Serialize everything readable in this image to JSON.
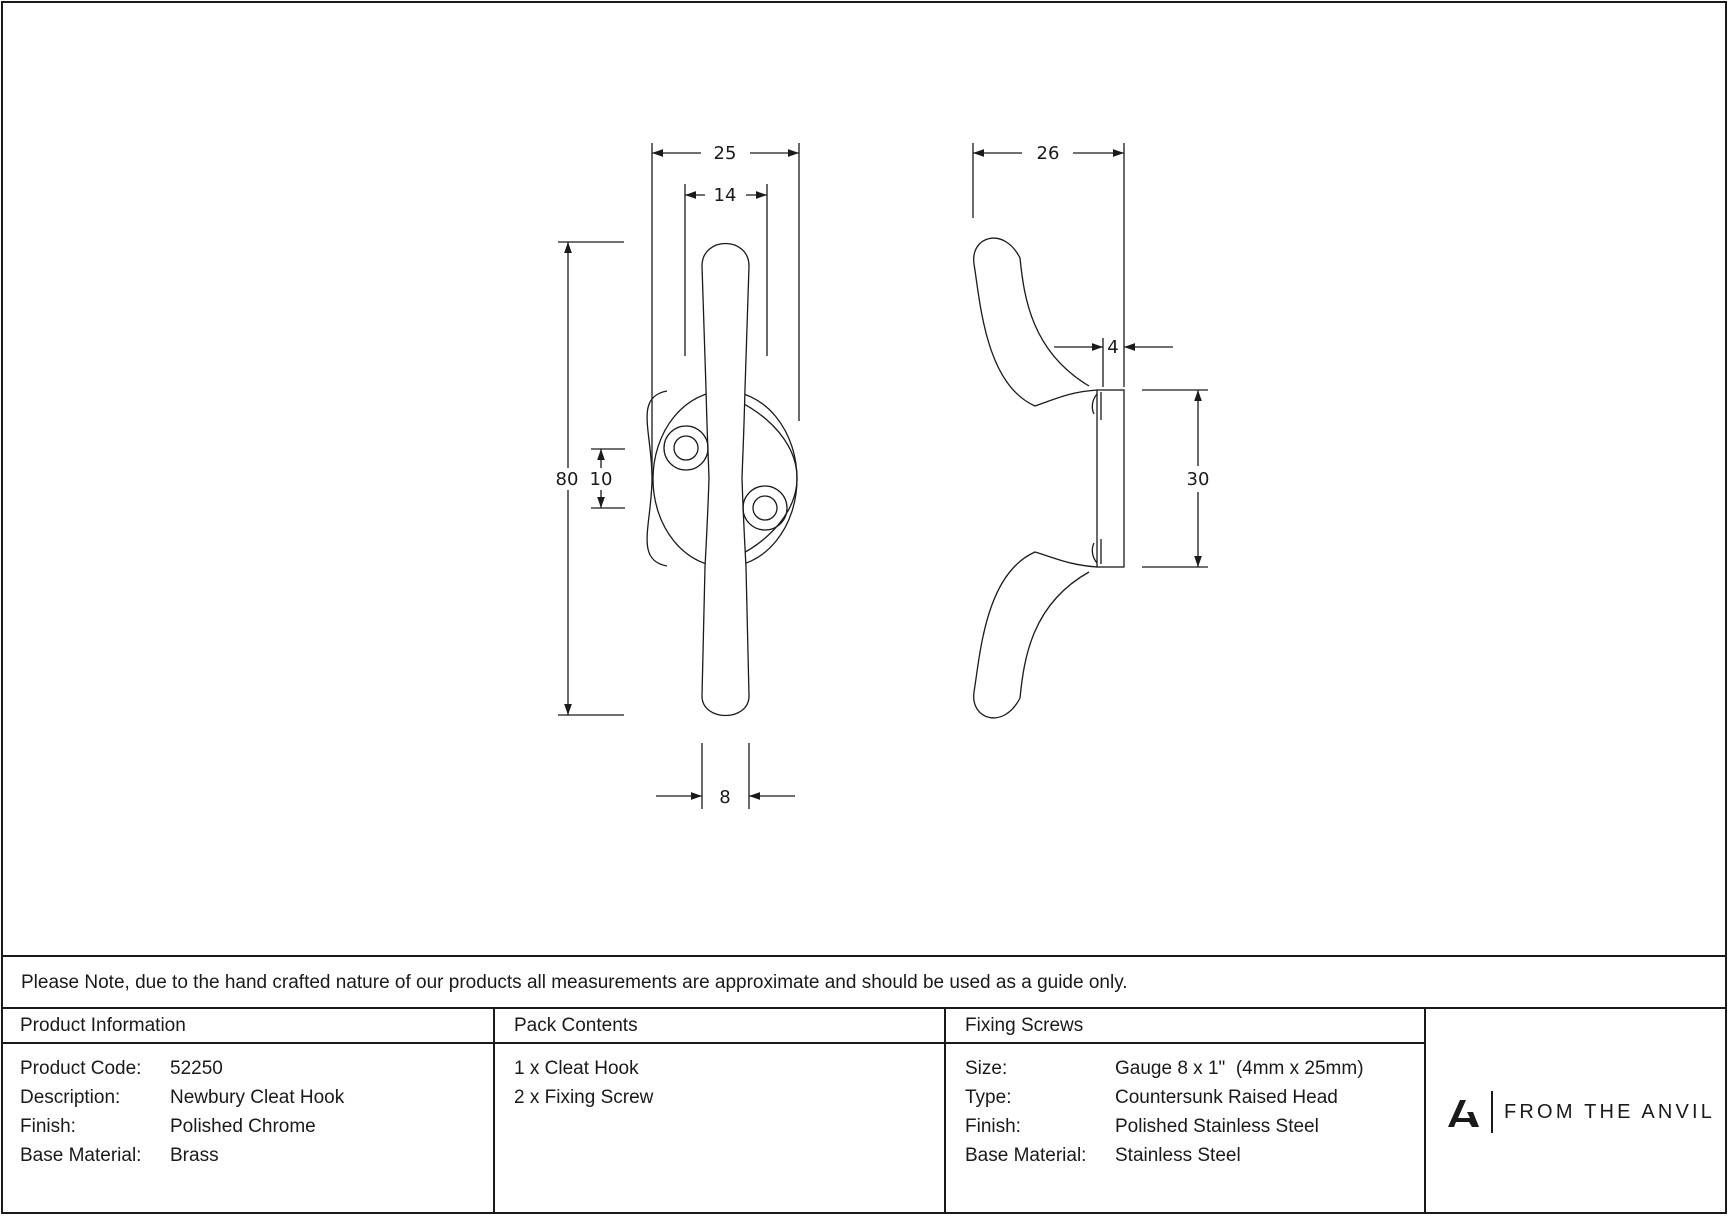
{
  "drawing": {
    "front_view": {
      "overall_width": "25",
      "body_width": "14",
      "height": "80",
      "hole_offset": "10",
      "stem_width": "8"
    },
    "side_view": {
      "projection": "26",
      "plate_thickness": "4",
      "plate_height": "30"
    }
  },
  "note": "Please Note, due to the hand crafted nature of our products all measurements are approximate and should be used as a guide only.",
  "product_information": {
    "heading": "Product Information",
    "rows": [
      {
        "label": "Product Code:",
        "value": "52250"
      },
      {
        "label": "Description:",
        "value": "Newbury Cleat Hook"
      },
      {
        "label": "Finish:",
        "value": "Polished Chrome"
      },
      {
        "label": "Base Material:",
        "value": "Brass"
      }
    ]
  },
  "pack_contents": {
    "heading": "Pack Contents",
    "items": [
      "1 x Cleat Hook",
      "2 x Fixing Screw"
    ]
  },
  "fixing_screws": {
    "heading": "Fixing Screws",
    "rows": [
      {
        "label": "Size:",
        "value": "Gauge 8 x 1\"  (4mm x 25mm)"
      },
      {
        "label": "Type:",
        "value": "Countersunk Raised Head"
      },
      {
        "label": "Finish:",
        "value": "Polished Stainless Steel"
      },
      {
        "label": "Base Material:",
        "value": "Stainless Steel"
      }
    ]
  },
  "brand": {
    "name": "FROM THE ANVIL",
    "logo_icon": "anvil-a-logo-icon"
  }
}
